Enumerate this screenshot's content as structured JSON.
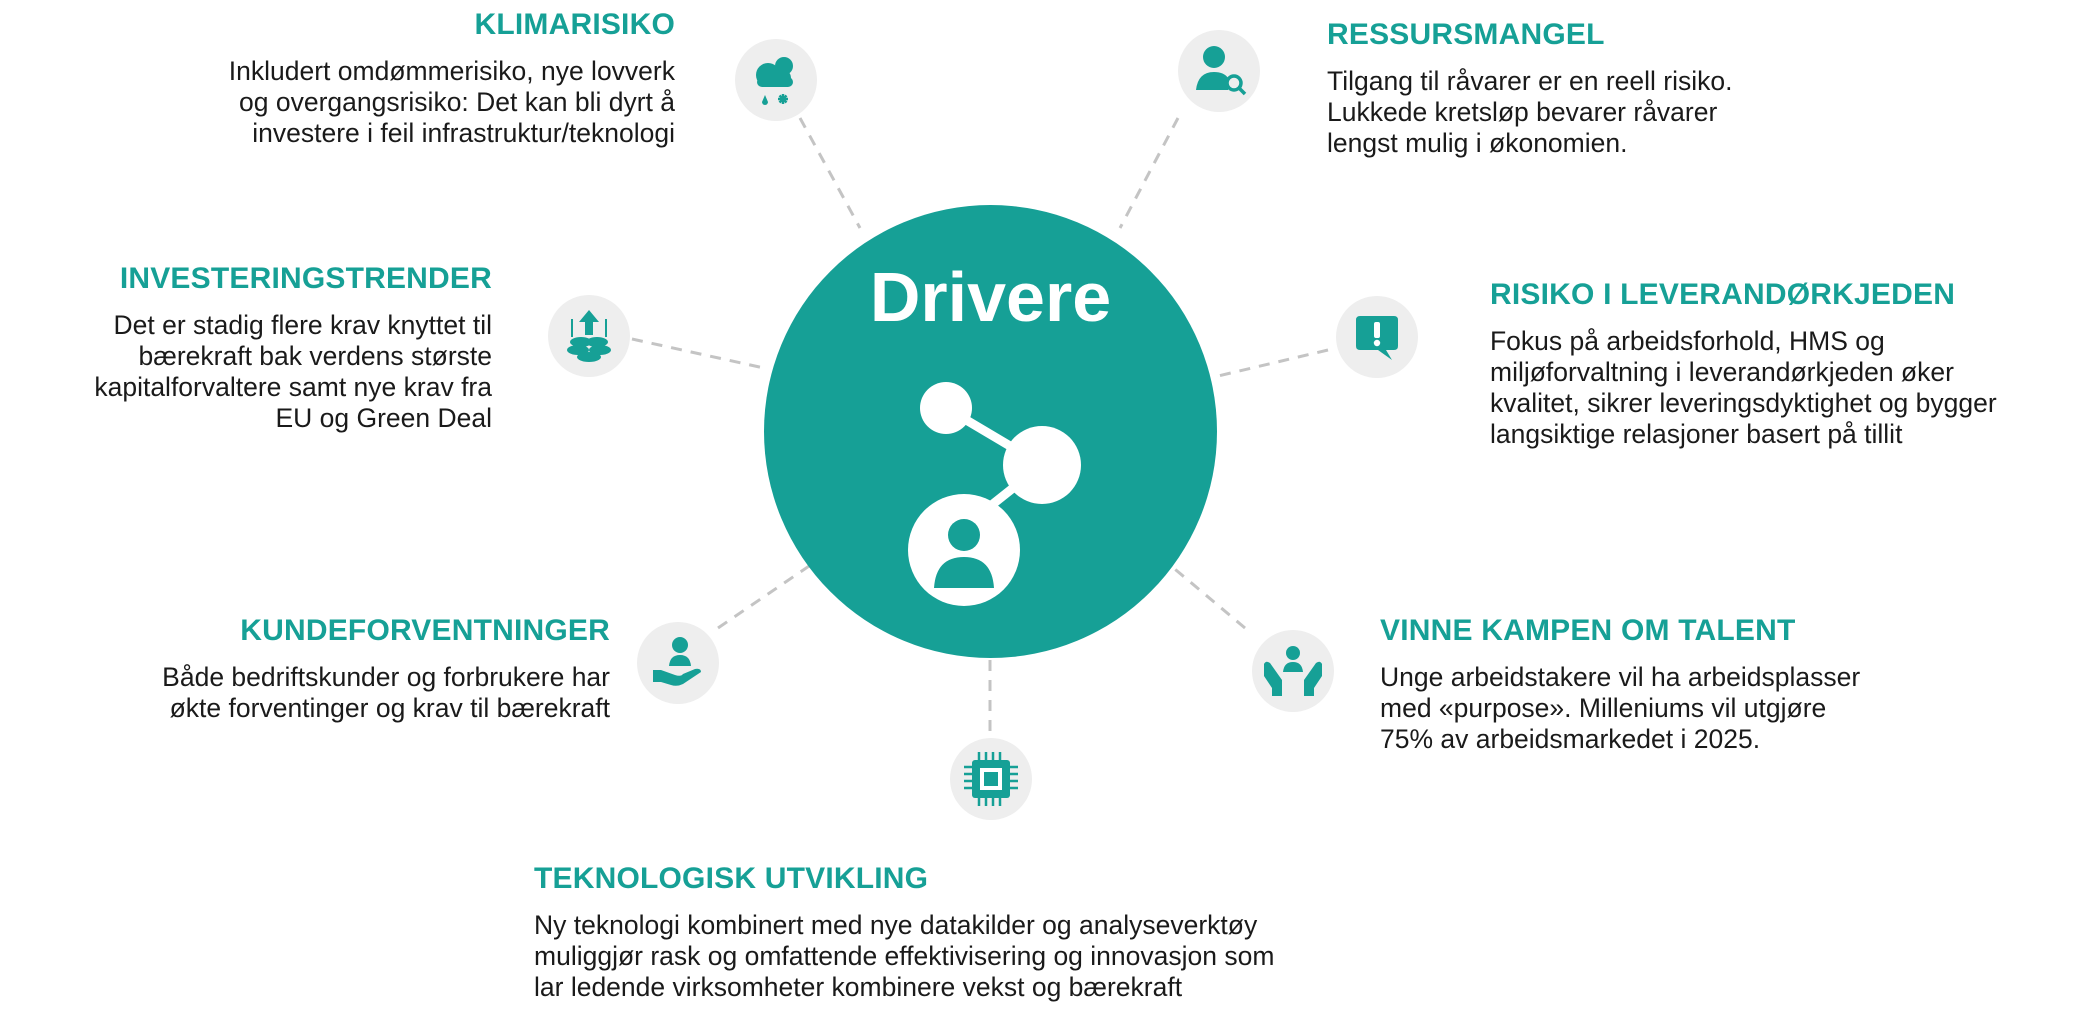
{
  "colors": {
    "accent": "#16a096",
    "icon_bg": "#eeeeee",
    "connector": "#c4c4c4",
    "text": "#1a1a1a"
  },
  "center": {
    "title": "Drivere",
    "icon": "share-network-person-icon"
  },
  "drivers": [
    {
      "id": "klimarisiko",
      "icon": "cloud-rain-snow-icon",
      "heading": "KLIMARISIKO",
      "lines": [
        "Inkludert omdømmerisiko, nye lovverk",
        "og overgangsrisiko: Det kan bli dyrt å",
        "investere i feil infrastruktur/teknologi"
      ]
    },
    {
      "id": "ressursmangel",
      "icon": "person-search-icon",
      "heading": "RESSURSMANGEL",
      "lines": [
        "Tilgang til råvarer er en reell risiko.",
        "Lukkede kretsløp bevarer råvarer",
        "lengst mulig i økonomien."
      ]
    },
    {
      "id": "investeringstrender",
      "icon": "coins-arrow-up-icon",
      "heading": "INVESTERINGSTRENDER",
      "lines": [
        "Det er stadig flere krav knyttet til",
        "bærekraft bak verdens største",
        "kapitalforvaltere samt nye krav fra",
        "EU og Green Deal"
      ]
    },
    {
      "id": "leverandorkjeden",
      "icon": "alert-message-icon",
      "heading": "RISIKO I LEVERANDØRKJEDEN",
      "lines": [
        "Fokus på arbeidsforhold, HMS og",
        "miljøforvaltning i leverandørkjeden øker",
        "kvalitet, sikrer leveringsdyktighet og bygger",
        "langsiktige relasjoner basert på tillit"
      ]
    },
    {
      "id": "kundeforventninger",
      "icon": "hand-holding-person-icon",
      "heading": "KUNDEFORVENTNINGER",
      "lines": [
        "Både bedriftskunder og forbrukere har",
        "økte forventinger og krav til bærekraft"
      ]
    },
    {
      "id": "talent",
      "icon": "hands-supporting-person-icon",
      "heading": "VINNE KAMPEN OM TALENT",
      "lines": [
        "Unge arbeidstakere vil ha arbeidsplasser",
        "med «purpose». Milleniums vil utgjøre",
        "75% av arbeidsmarkedet i 2025."
      ]
    },
    {
      "id": "teknologi",
      "icon": "cpu-chip-icon",
      "heading": "TEKNOLOGISK UTVIKLING",
      "lines": [
        "Ny teknologi kombinert med nye datakilder og analyseverktøy",
        "muliggjør rask og omfattende effektivisering og innovasjon som",
        "lar ledende virksomheter kombinere vekst og bærekraft"
      ]
    }
  ]
}
